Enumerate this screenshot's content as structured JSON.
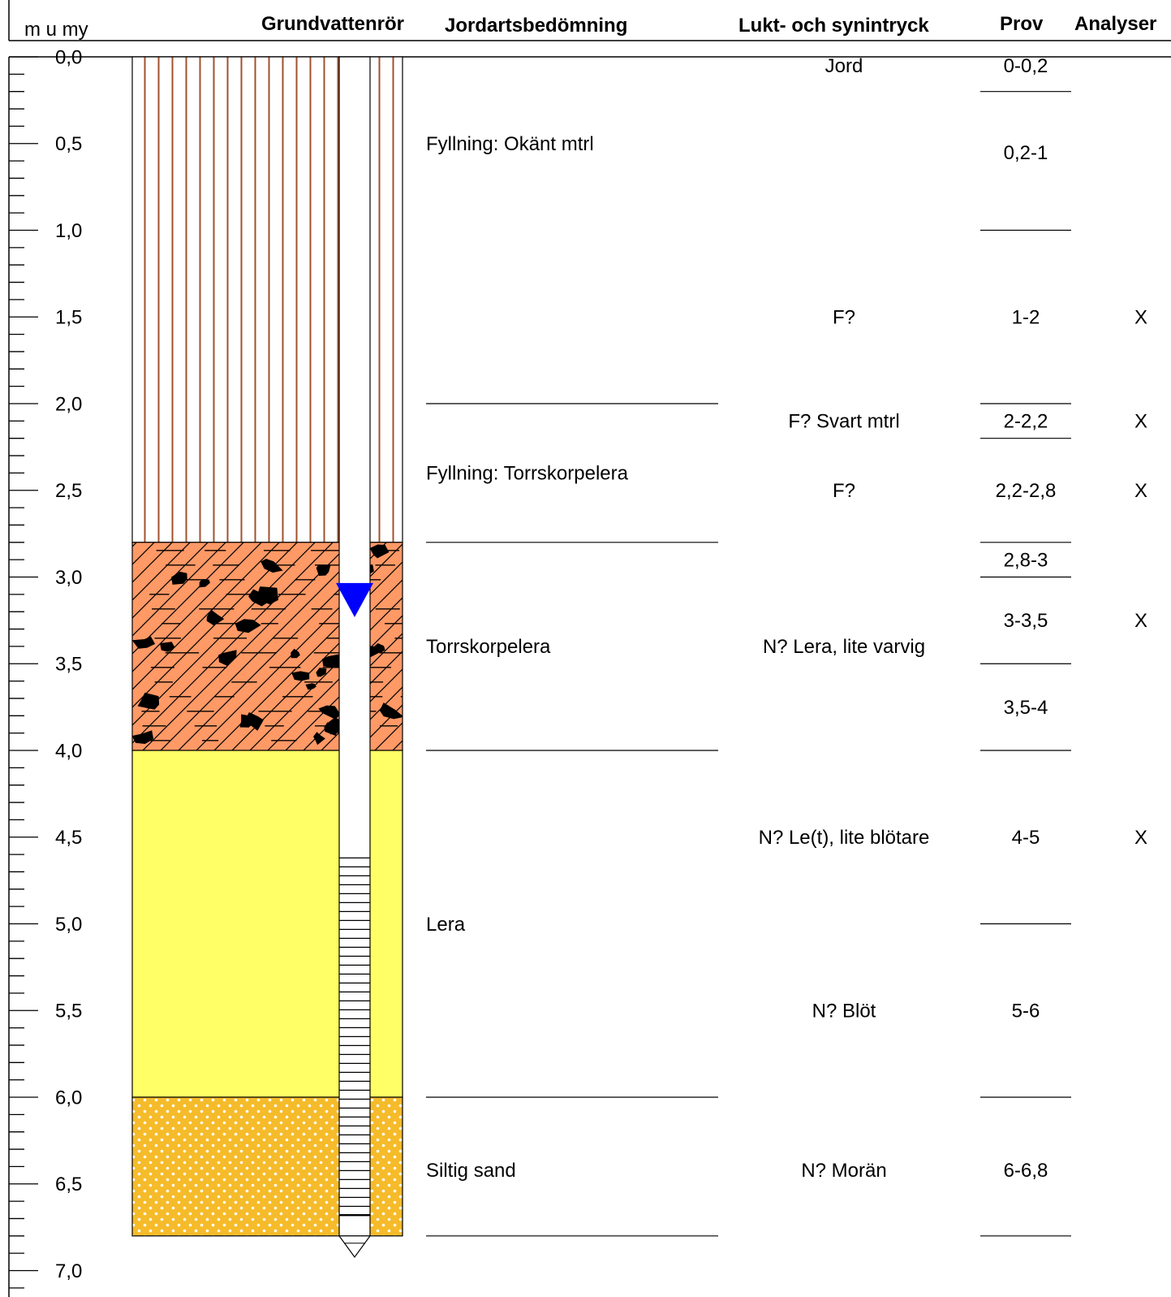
{
  "headers": {
    "depth_unit": "m u my",
    "well": "Grundvattenrör",
    "soil": "Jordartsbedömning",
    "smell": "Lukt- och synintryck",
    "sample": "Prov",
    "analysis": "Analyser"
  },
  "depth_axis": {
    "labels": [
      "0,0",
      "0,5",
      "1,0",
      "1,5",
      "2,0",
      "2,5",
      "3,0",
      "3,5",
      "4,0",
      "4,5",
      "5,0",
      "5,5",
      "6,0",
      "6,5",
      "7,0"
    ]
  },
  "layers": [
    {
      "from": 0.0,
      "to": 2.8,
      "pattern": "fill-vertical",
      "color": "#ffffff",
      "line_color": "#a0522d"
    },
    {
      "from": 2.8,
      "to": 4.0,
      "pattern": "dry-crust-clay",
      "color": "#ff9966"
    },
    {
      "from": 4.0,
      "to": 6.0,
      "pattern": "clay",
      "color": "#ffff66"
    },
    {
      "from": 6.0,
      "to": 6.8,
      "pattern": "silty-sand-dots",
      "color": "#f5bb2a"
    }
  ],
  "well": {
    "pipe_bottom": 6.8,
    "screen_from": 4.62,
    "screen_to": 6.68,
    "groundwater_level": 3.1,
    "groundwater_color": "#0000ff"
  },
  "soil_descriptions": [
    {
      "text": "Fyllning: Okänt mtrl",
      "depth": 0.5
    },
    {
      "text": "Fyllning: Torrskorpelera",
      "depth": 2.4
    },
    {
      "text": "Torrskorpelera",
      "depth": 3.4
    },
    {
      "text": "Lera",
      "depth": 5.0
    },
    {
      "text": "Siltig sand",
      "depth": 6.42
    }
  ],
  "soil_boundaries": [
    2.0,
    2.8,
    4.0,
    6.0,
    6.8
  ],
  "observations": [
    {
      "text": "Jord",
      "depth": 0.05
    },
    {
      "text": "F?",
      "depth": 1.5
    },
    {
      "text": "F? Svart mtrl",
      "depth": 2.1
    },
    {
      "text": "F?",
      "depth": 2.5
    },
    {
      "text": "N? Lera, lite varvig",
      "depth": 3.4
    },
    {
      "text": "N? Le(t), lite blötare",
      "depth": 4.5
    },
    {
      "text": "N? Blöt",
      "depth": 5.5
    },
    {
      "text": "N? Morän",
      "depth": 6.42
    }
  ],
  "samples": [
    {
      "label": "0-0,2",
      "depth": 0.05
    },
    {
      "label": "0,2-1",
      "depth": 0.55
    },
    {
      "label": "1-2",
      "depth": 1.5
    },
    {
      "label": "2-2,2",
      "depth": 2.1
    },
    {
      "label": "2,2-2,8",
      "depth": 2.5
    },
    {
      "label": "2,8-3",
      "depth": 2.9
    },
    {
      "label": "3-3,5",
      "depth": 3.25
    },
    {
      "label": "3,5-4",
      "depth": 3.75
    },
    {
      "label": "4-5",
      "depth": 4.5
    },
    {
      "label": "5-6",
      "depth": 5.5
    },
    {
      "label": "6-6,8",
      "depth": 6.42
    }
  ],
  "sample_boundaries": [
    0.2,
    1.0,
    2.0,
    2.2,
    2.8,
    3.0,
    3.5,
    4.0,
    5.0,
    6.0,
    6.8
  ],
  "analyses": [
    {
      "mark": "X",
      "depth": 1.5
    },
    {
      "mark": "X",
      "depth": 2.1
    },
    {
      "mark": "X",
      "depth": 2.5
    },
    {
      "mark": "X",
      "depth": 3.25
    },
    {
      "mark": "X",
      "depth": 4.5
    }
  ]
}
